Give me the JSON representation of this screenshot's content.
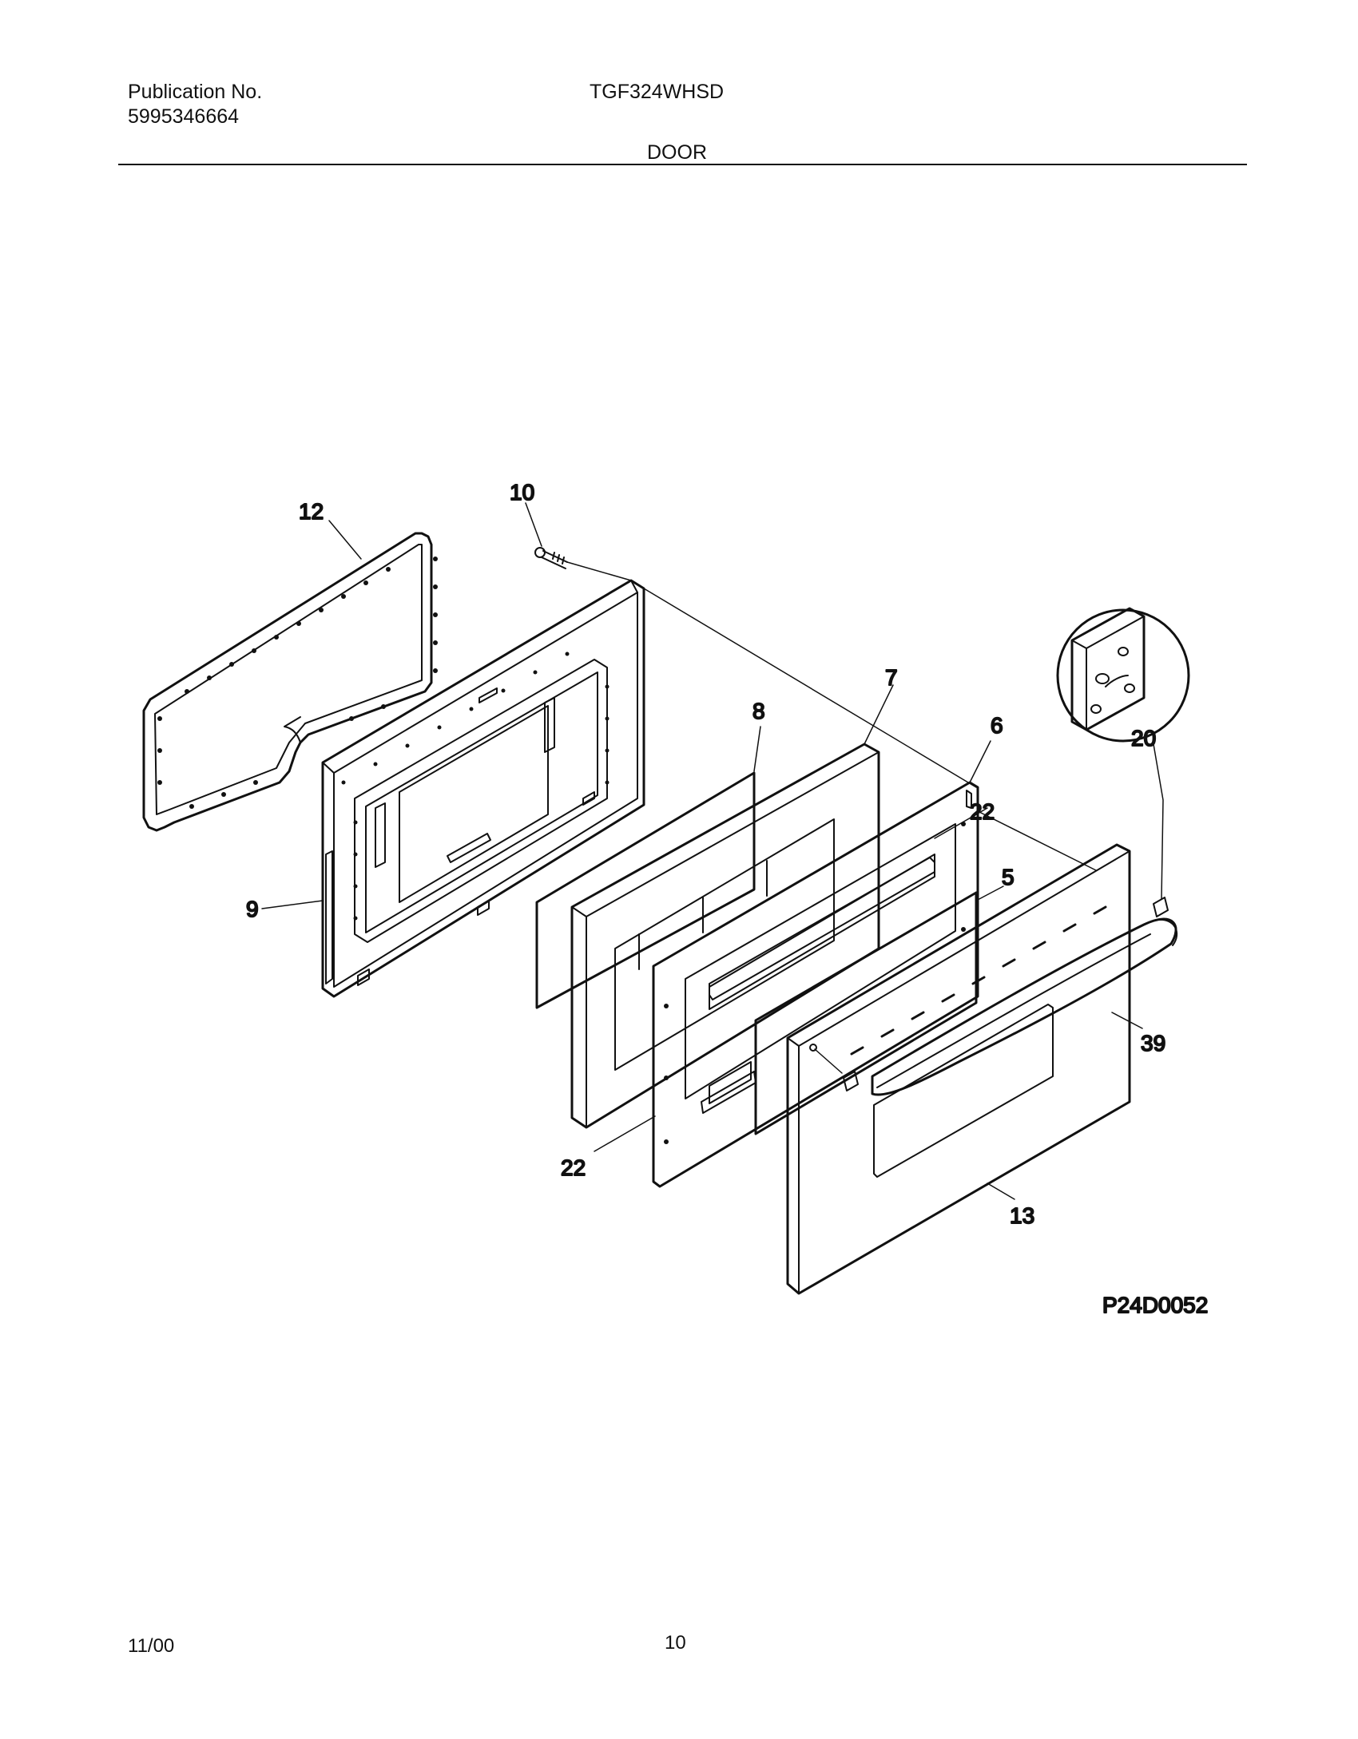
{
  "header": {
    "publication_label": "Publication No.",
    "publication_number": "5995346664",
    "model": "TGF324WHSD",
    "section": "DOOR"
  },
  "callouts": {
    "c12": "12",
    "c10": "10",
    "c8": "8",
    "c7": "7",
    "c6": "6",
    "c20": "20",
    "c22_upper": "22",
    "c5": "5",
    "c9": "9",
    "c39": "39",
    "c22_lower": "22",
    "c13": "13"
  },
  "drawing_number": "P24D0052",
  "footer": {
    "date": "11/00",
    "page": "10"
  }
}
